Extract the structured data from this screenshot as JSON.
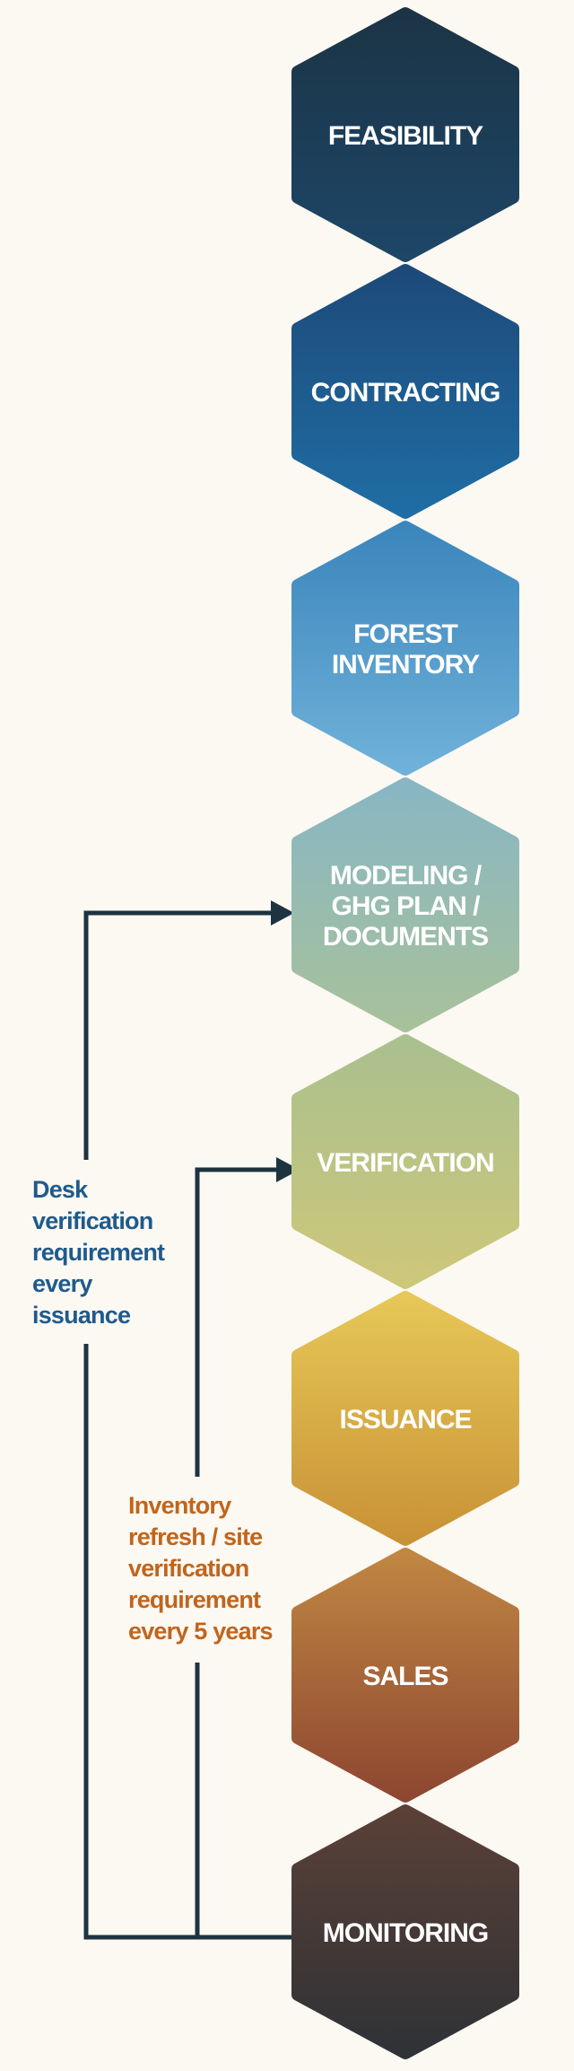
{
  "steps": [
    {
      "id": "feasibility",
      "lines": [
        "FEASIBILITY"
      ],
      "color_top": "#1c3446",
      "color_bottom": "#1d4667"
    },
    {
      "id": "contracting",
      "lines": [
        "CONTRACTING"
      ],
      "color_top": "#1d4a7a",
      "color_bottom": "#1f6da4"
    },
    {
      "id": "forest-inventory",
      "lines": [
        "FOREST",
        "INVENTORY"
      ],
      "color_top": "#3b86bc",
      "color_bottom": "#6fb1d9"
    },
    {
      "id": "modeling",
      "lines": [
        "MODELING /",
        "GHG PLAN /",
        "DOCUMENTS"
      ],
      "color_top": "#88b6c3",
      "color_bottom": "#a7c19b"
    },
    {
      "id": "verification",
      "lines": [
        "VERIFICATION"
      ],
      "color_top": "#aac08e",
      "color_bottom": "#cdc77a"
    },
    {
      "id": "issuance",
      "lines": [
        "ISSUANCE"
      ],
      "color_top": "#e6c757",
      "color_bottom": "#c99236"
    },
    {
      "id": "sales",
      "lines": [
        "SALES"
      ],
      "color_top": "#c08642",
      "color_bottom": "#8e4731"
    },
    {
      "id": "monitoring",
      "lines": [
        "MONITORING"
      ],
      "color_top": "#5a4037",
      "color_bottom": "#2f3236"
    }
  ],
  "notes": {
    "desk": [
      "Desk",
      "verification",
      "requirement",
      "every",
      "issuance"
    ],
    "inventory": [
      "Inventory",
      "refresh / site",
      "verification",
      "requirement",
      "every 5 years"
    ]
  },
  "colors": {
    "background": "#fcf8f2",
    "connector": "#1e3340",
    "desk_note": "#1f5a8c",
    "inventory_note": "#c0651c"
  }
}
